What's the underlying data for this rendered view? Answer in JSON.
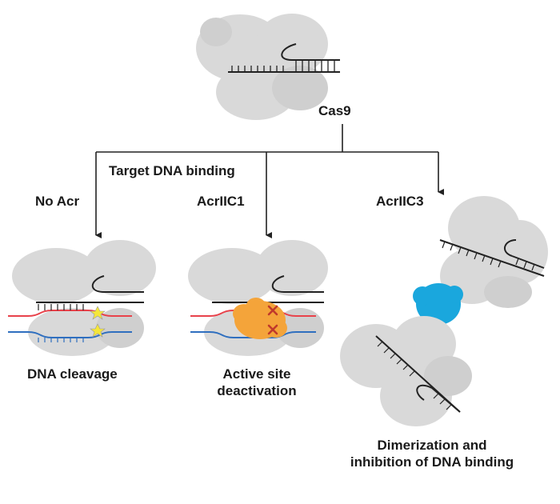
{
  "labels": {
    "cas9": "Cas9",
    "target_binding": "Target DNA binding",
    "branch_no_acr": "No Acr",
    "branch_acriic1": "AcrIIC1",
    "branch_acriic3": "AcrIIC3",
    "outcome_no_acr": "DNA cleavage",
    "outcome_acriic1_line1": "Active site",
    "outcome_acriic1_line2": "deactivation",
    "outcome_acriic3_line1": "Dimerization and",
    "outcome_acriic3_line2": "inhibition of DNA binding"
  },
  "colors": {
    "protein": "#d9d9d9",
    "protein_shade": "#c8c8c8",
    "dna": "#222222",
    "strand_red": "#e8424b",
    "strand_blue": "#2f6fbf",
    "acriic1": "#f4a43a",
    "acriic1_mark": "#c0392b",
    "acriic3": "#1aa7dd",
    "star": "#f5e63a",
    "arrow": "#222222"
  },
  "icons": {
    "cleavage_mark": "star-icon",
    "deactivation_mark": "x-mark-icon"
  }
}
